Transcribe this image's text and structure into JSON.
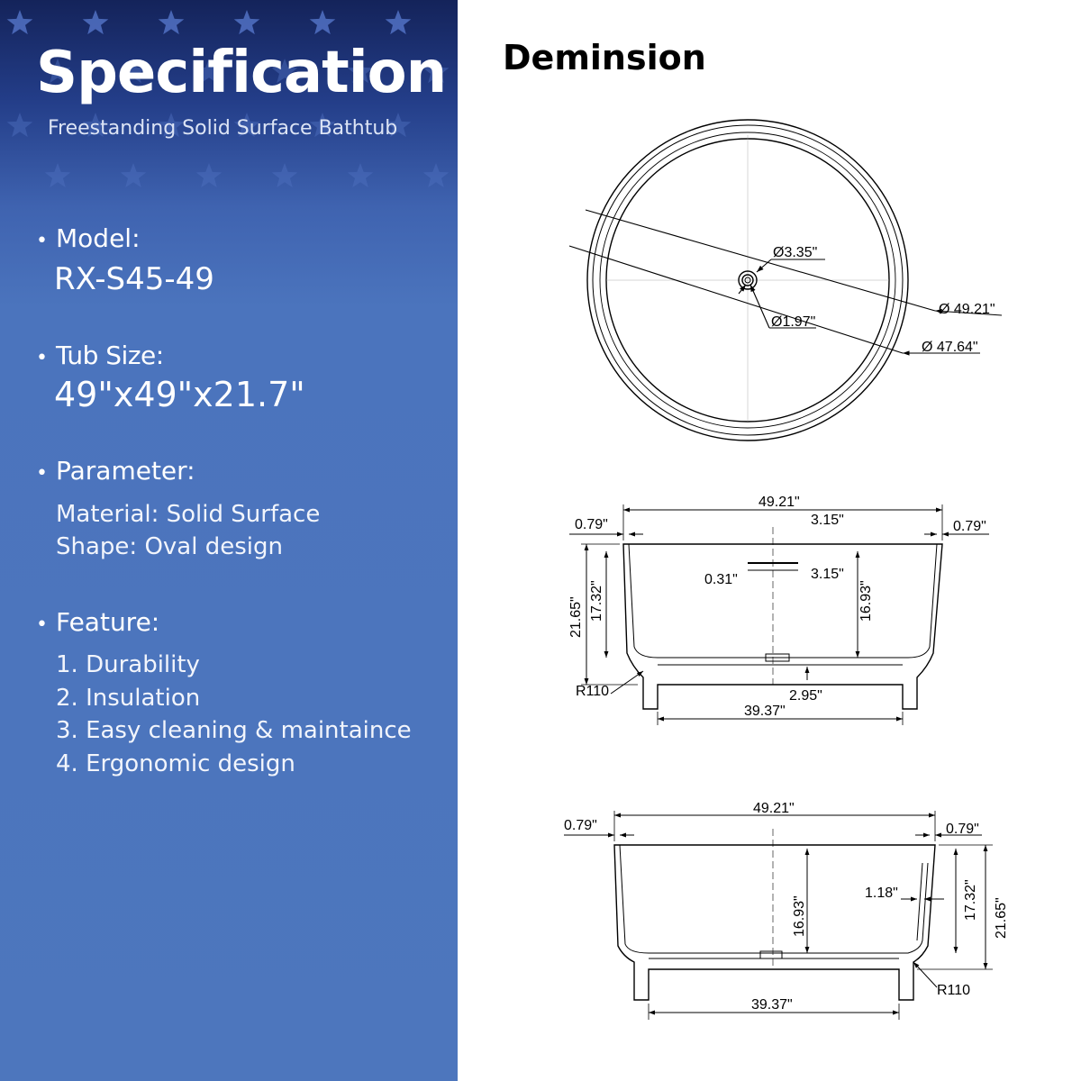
{
  "heading": "Specification",
  "subtitle": "Freestanding Solid Surface Bathtub",
  "model": {
    "label": "Model:",
    "value": "RX-S45-49"
  },
  "tub_size": {
    "label": "Tub Size:",
    "value": "49\"x49\"x21.7\""
  },
  "parameter": {
    "label": "Parameter:",
    "lines": [
      "Material: Solid Surface",
      "Shape: Oval design"
    ]
  },
  "feature": {
    "label": "Feature:",
    "items": [
      "1. Durability",
      "2. Insulation",
      "3. Easy cleaning & maintaince",
      "4. Ergonomic design"
    ]
  },
  "bullet": "•",
  "dimension_title": "Deminsion",
  "top_view": {
    "d_drain_outer": "Ø3.35\"",
    "d_drain_inner": "Ø1.97\"",
    "d_outer": "Ø 49.21\"",
    "d_inner": "Ø 47.64\""
  },
  "front_view": {
    "width": "49.21\"",
    "rim_left": "0.79\"",
    "rim_right": "0.79\"",
    "overflow_top": "3.15\"",
    "overflow_slot": "0.31\"",
    "overflow_bottom": "3.15\"",
    "height_total": "21.65\"",
    "height_inner": "17.32\"",
    "depth": "16.93\"",
    "radius": "R110",
    "drain_offset": "2.95\"",
    "base_width": "39.37\""
  },
  "side_view": {
    "width": "49.21\"",
    "rim_left": "0.79\"",
    "rim_right": "0.79\"",
    "depth": "16.93\"",
    "wall": "1.18\"",
    "height_inner": "17.32\"",
    "height_total": "21.65\"",
    "radius": "R110",
    "base_width": "39.37\""
  },
  "colors": {
    "panel_top": "#14235a",
    "panel_bottom": "#4d76bd",
    "text_light": "#ffffff",
    "drawing": "#000000"
  }
}
